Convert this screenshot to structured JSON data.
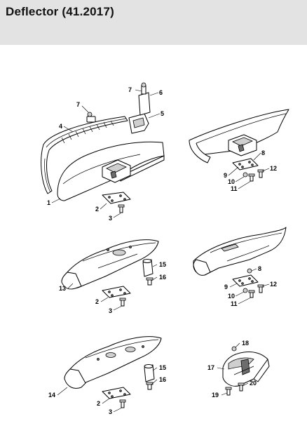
{
  "title": "Deflector (41.2017)",
  "callouts": {
    "c1": "1",
    "c2a": "2",
    "c3a": "3",
    "c4": "4",
    "c5": "5",
    "c6": "6",
    "c7a": "7",
    "c7b": "7",
    "c8a": "8",
    "c9a": "9",
    "c10a": "10",
    "c11a": "11",
    "c12a": "12",
    "c13": "13",
    "c15a": "15",
    "c16a": "16",
    "c2b": "2",
    "c3b": "3",
    "c8b": "8",
    "c9b": "9",
    "c10b": "10",
    "c11b": "11",
    "c12b": "12",
    "c14": "14",
    "c15b": "15",
    "c16b": "16",
    "c2c": "2",
    "c3c": "3",
    "c17": "17",
    "c18": "18",
    "c19": "19",
    "c20": "20"
  }
}
